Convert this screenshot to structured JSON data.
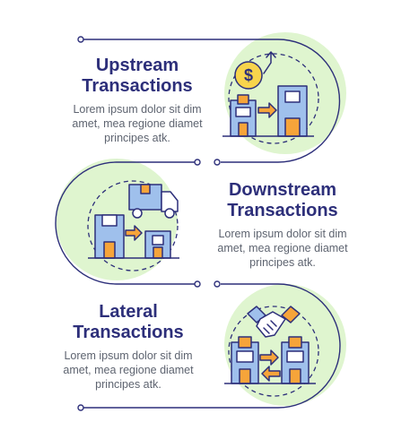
{
  "steps": [
    {
      "title_line1": "Upstream",
      "title_line2": "Transactions",
      "desc_line1": "Lorem ipsum dolor sit dim",
      "desc_line2": "amet, mea regione diamet",
      "desc_line3": "principes atk.",
      "icon": "upstream-icon"
    },
    {
      "title_line1": "Downstream",
      "title_line2": "Transactions",
      "desc_line1": "Lorem ipsum dolor sit dim",
      "desc_line2": "amet, mea regione diamet",
      "desc_line3": "principes atk.",
      "icon": "downstream-icon"
    },
    {
      "title_line1": "Lateral",
      "title_line2": "Transactions",
      "desc_line1": "Lorem ipsum dolor sit dim",
      "desc_line2": "amet, mea regione diamet",
      "desc_line3": "principes atk.",
      "icon": "lateral-icon"
    }
  ],
  "icons": {
    "dollar_symbol": "$"
  },
  "colors": {
    "navy": "#2d2f7a",
    "text": "#5e6470",
    "green": "#dff5cf",
    "orange": "#f6a43a",
    "yellow": "#f8d44c",
    "blue": "#9fc0ec",
    "outline": "#2d2f7a"
  }
}
